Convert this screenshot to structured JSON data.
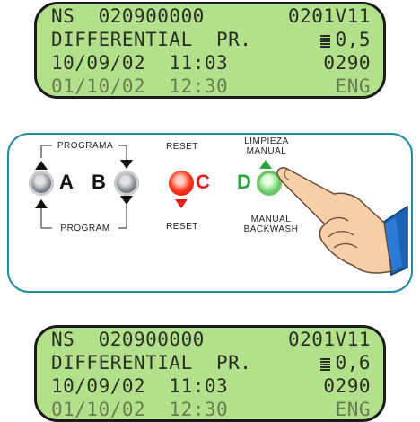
{
  "display_before": {
    "line1": {
      "left": "NS  020900000",
      "right": "0201V11"
    },
    "line2": {
      "left": "DIFFERENTIAL  PR.",
      "right": "0,5"
    },
    "line3": {
      "left": "10/09/02  11:03",
      "right": "0290"
    },
    "line4": {
      "left": "01/10/02  12:30",
      "right": "ENG"
    }
  },
  "display_after": {
    "line1": {
      "left": "NS  020900000",
      "right": "0201V11"
    },
    "line2": {
      "left": "DIFFERENTIAL  PR.",
      "right": "0,6"
    },
    "line3": {
      "left": "10/09/02  11:03",
      "right": "0290"
    },
    "line4": {
      "left": "01/10/02  12:30",
      "right": "ENG"
    }
  },
  "keypad": {
    "programa_label": "PROGRAMA",
    "program_label": "PROGRAM",
    "reset_top_label": "RESET",
    "reset_bottom_label": "RESET",
    "limpieza_label_1": "LIMPIEZA",
    "limpieza_label_2": "MANUAL",
    "manual_label_1": "MANUAL",
    "manual_label_2": "BACKWASH",
    "button_a": "A",
    "button_b": "B",
    "button_c": "C",
    "button_d": "D"
  },
  "colors": {
    "lcd_background": "#b3e08a",
    "panel_border": "#1e8aa3",
    "reset_red": "#e0201a",
    "clean_green": "#2aa53a"
  },
  "icons": [
    "arrow-up-icon",
    "arrow-down-icon",
    "hand-pointer-icon"
  ]
}
